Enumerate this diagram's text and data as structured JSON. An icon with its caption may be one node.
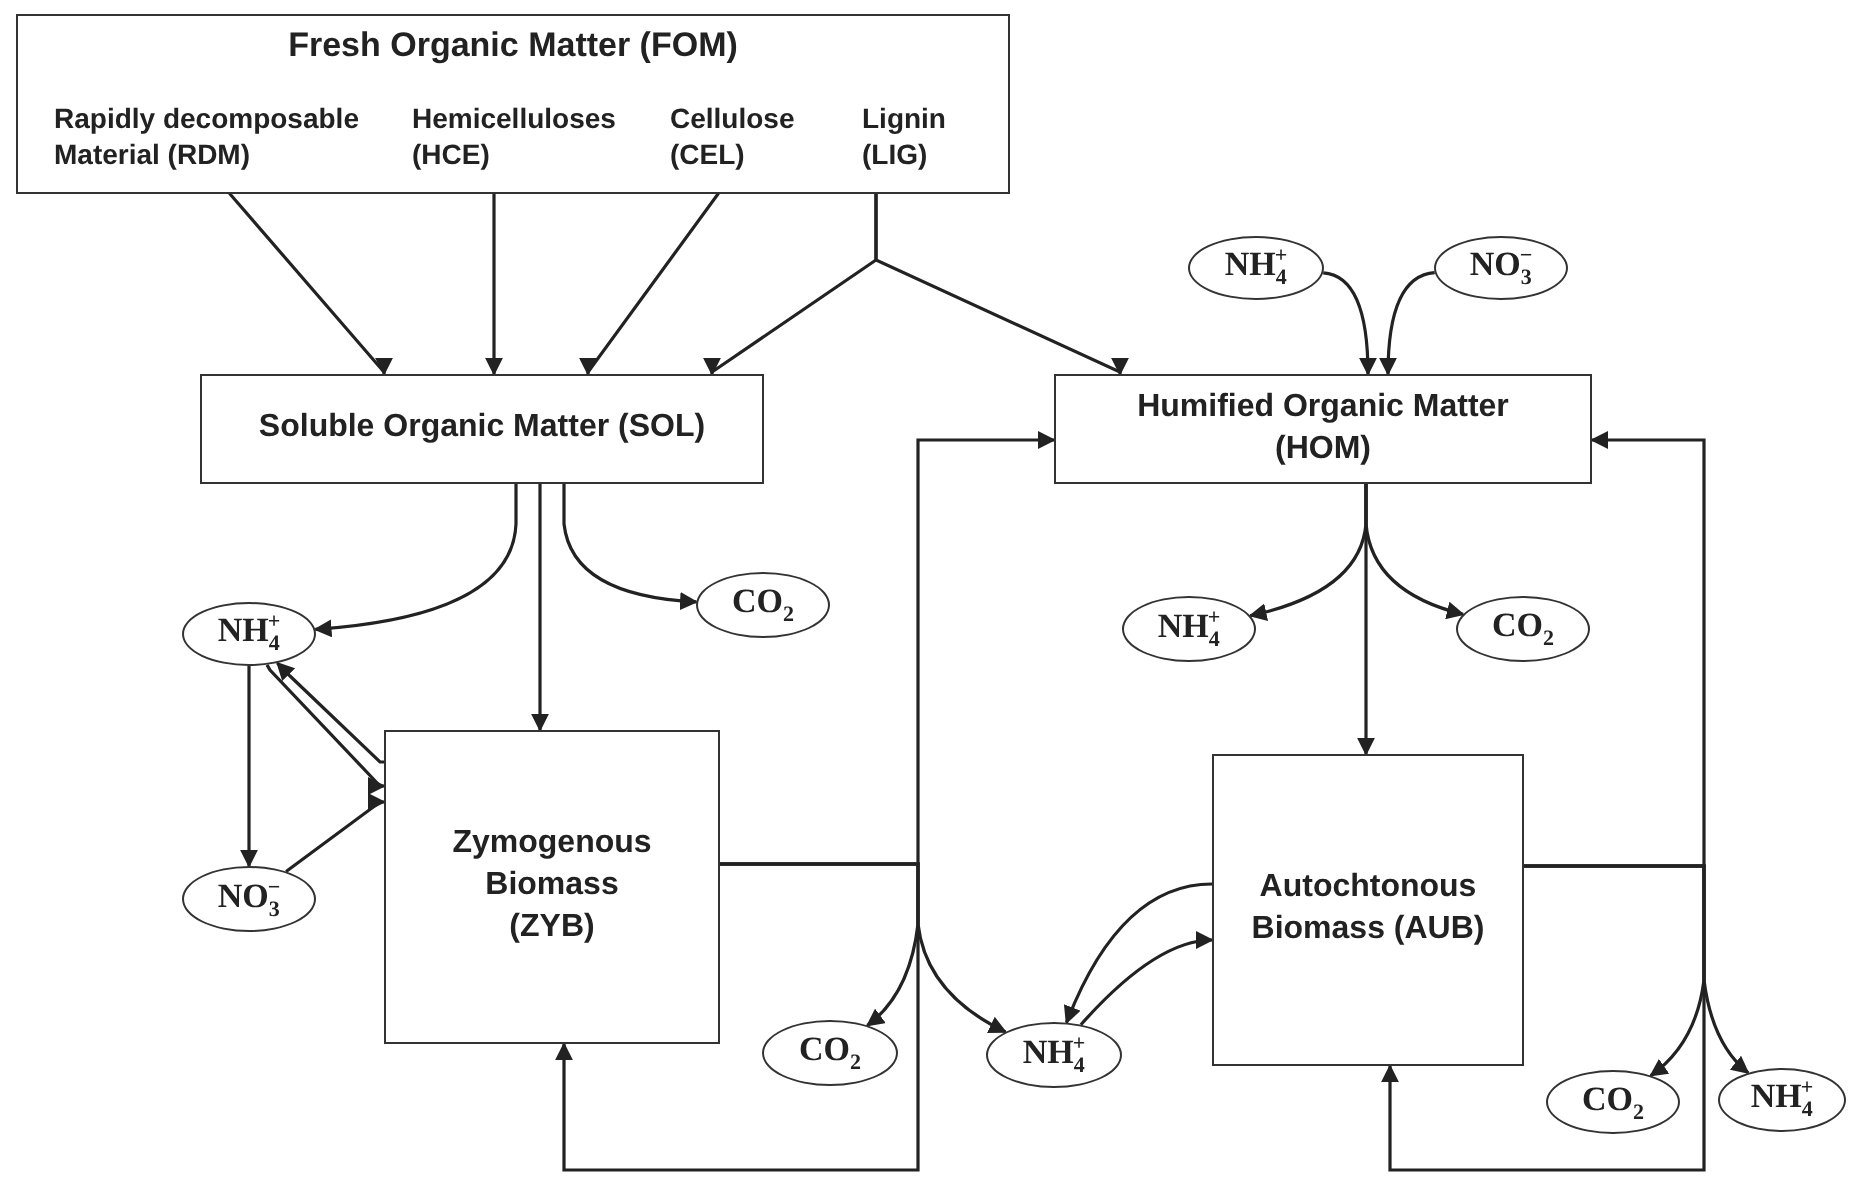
{
  "diagram": {
    "nodes": [
      {
        "text": [
          "Fresh Organic Matter (FOM)"
        ]
      },
      {
        "text": [
          "Rapidly decomposable Material (RDM)"
        ],
        "in": 0
      },
      {
        "text": [
          "Hemicelluloses (HCE)"
        ],
        "in": 0
      },
      {
        "text": [
          "Cellulose (CEL)"
        ],
        "in": 0
      },
      {
        "text": [
          "Lignin (LIG)"
        ],
        "in": 0
      },
      {
        "text": [
          "Soluble Organic Matter (SOL)"
        ]
      },
      {
        "text": [
          "Humified Organic Matter (HOM)"
        ]
      },
      {
        "text": [
          "NH$_{4}$$^{+}$"
        ]
      },
      {
        "text": [
          "NO$_{3}$$^{−}$"
        ]
      },
      {
        "text": [
          "NH$_{4}$$^{+}$"
        ]
      },
      {
        "text": [
          "CO$_{2}$"
        ]
      },
      {
        "text": [
          "NO$_{3}$$^{−}$"
        ]
      },
      {
        "text": [
          "Zymogenous Biomass (ZYB)"
        ]
      },
      {
        "text": [
          "NH$_{4}$$^{+}$"
        ]
      },
      {
        "text": [
          "CO$_{2}$"
        ]
      },
      {
        "text": [
          "Autochtonous Biomass (AUB)"
        ]
      },
      {
        "text": [
          "CO$_{2}$"
        ]
      },
      {
        "text": [
          "NH$_{4}$$^{+}$"
        ]
      },
      {
        "text": [
          "CO$_{2}$"
        ]
      },
      {
        "text": [
          "NH$_{4}$$^{+}$"
        ]
      }
    ],
    "edges": [
      {
        "from": 1,
        "to": 5,
        "arrow": "to"
      },
      {
        "from": 2,
        "to": 5,
        "arrow": "to"
      },
      {
        "from": 3,
        "to": 5,
        "arrow": "to"
      },
      {
        "from": 4,
        "to": 5,
        "arrow": "to"
      },
      {
        "from": 4,
        "to": 6,
        "arrow": "to"
      },
      {
        "from": 7,
        "to": 6,
        "arrow": "to"
      },
      {
        "from": 8,
        "to": 6,
        "arrow": "to"
      },
      {
        "from": 5,
        "to": 12,
        "arrow": "to"
      },
      {
        "from": 5,
        "to": 9,
        "arrow": "to"
      },
      {
        "from": 5,
        "to": 10,
        "arrow": "to"
      },
      {
        "from": 9,
        "to": 11,
        "arrow": "to"
      },
      {
        "from": 9,
        "to": 12,
        "arrow": "to"
      },
      {
        "from": 12,
        "to": 9,
        "arrow": "to"
      },
      {
        "from": 11,
        "to": 12,
        "arrow": "to"
      },
      {
        "from": 12,
        "to": 6,
        "arrow": "to"
      },
      {
        "from": 12,
        "to": 12,
        "arrow": "to"
      },
      {
        "from": 12,
        "to": 16,
        "arrow": "to"
      },
      {
        "from": 12,
        "to": 17,
        "arrow": "to"
      },
      {
        "from": 6,
        "to": 15,
        "arrow": "to"
      },
      {
        "from": 6,
        "to": 13,
        "arrow": "to"
      },
      {
        "from": 6,
        "to": 14,
        "arrow": "to"
      },
      {
        "from": 15,
        "to": 17,
        "arrow": "to"
      },
      {
        "from": 17,
        "to": 15,
        "arrow": "to"
      },
      {
        "from": 15,
        "to": 6,
        "arrow": "to"
      },
      {
        "from": 15,
        "to": 15,
        "arrow": "to"
      },
      {
        "from": 15,
        "to": 18,
        "arrow": "to"
      },
      {
        "from": 15,
        "to": 19,
        "arrow": "to"
      }
    ]
  }
}
